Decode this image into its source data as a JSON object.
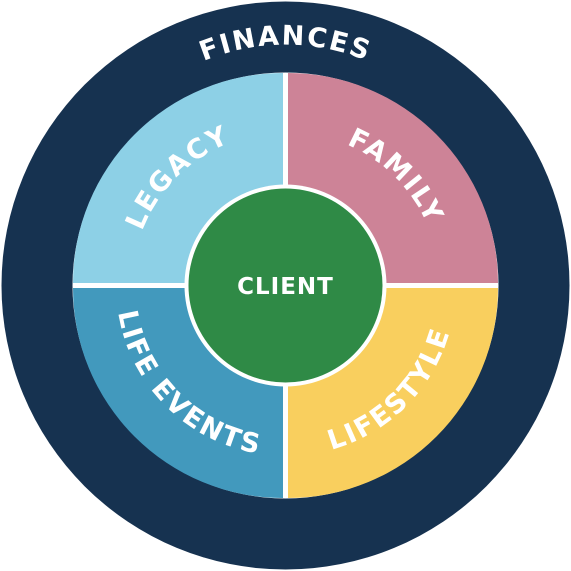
{
  "outer": {
    "label": "FINANCES",
    "color": "#163250"
  },
  "quadrants": [
    {
      "key": "legacy",
      "label": "LEGACY",
      "color": "#8dd0e6"
    },
    {
      "key": "family",
      "label": "FAMILY",
      "color": "#cd8397"
    },
    {
      "key": "life_events",
      "label": "LIFE EVENTS",
      "color": "#4299bd"
    },
    {
      "key": "lifestyle",
      "label": "LIFESTYLE",
      "color": "#f9cf5e"
    }
  ],
  "center": {
    "label": "CLIENT",
    "color": "#2f8a46"
  },
  "separator_color": "#ffffff"
}
